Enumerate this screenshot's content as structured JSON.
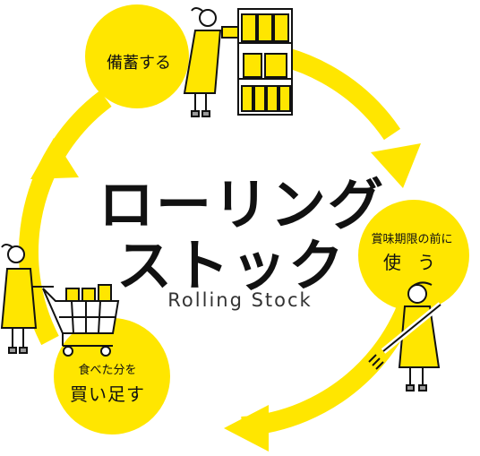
{
  "title": {
    "line1": "ローリング",
    "line2": "ストック",
    "subtitle": "Rolling Stock"
  },
  "steps": [
    {
      "lines": [
        "備蓄する"
      ]
    },
    {
      "lines": [
        "賞味期限の前に",
        "使 う"
      ]
    },
    {
      "lines": [
        "食べた分を",
        "買い足す"
      ]
    }
  ],
  "colors": {
    "accent": "#FFE600",
    "ink": "#111111",
    "shadow": "#9A9A9A",
    "background": "#FFFFFF"
  },
  "icons": [
    "stockpile-shelf-icon",
    "eating-with-fork-icon",
    "shopping-cart-icon"
  ]
}
